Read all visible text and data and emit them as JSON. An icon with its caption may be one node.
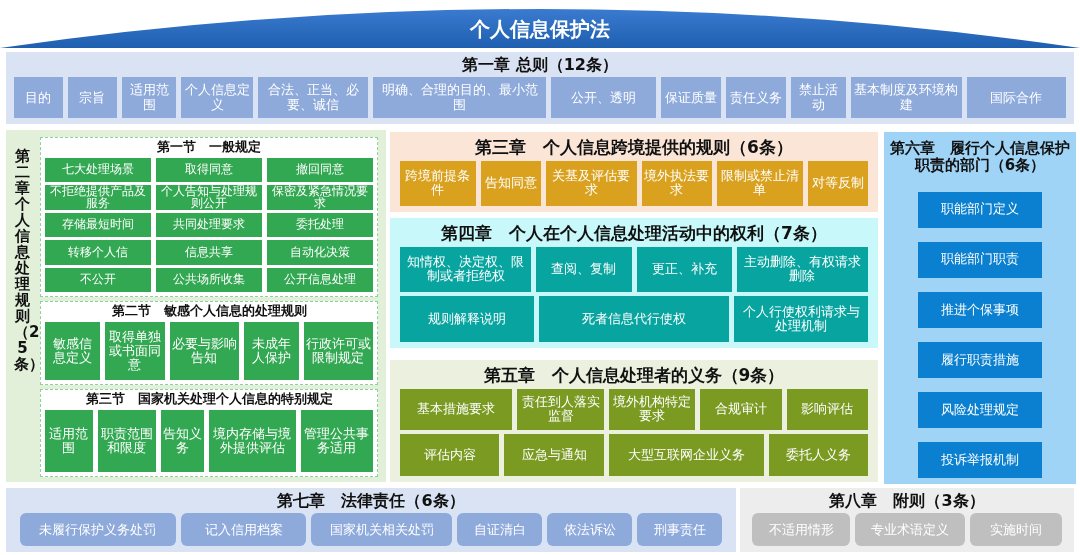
{
  "diagram": {
    "title": "个人信息保护法",
    "nodes": [
      {
        "text": [
          "第一章 总则（12条）"
        ]
      },
      {
        "text": [
          "目的"
        ],
        "in": 0
      },
      {
        "text": [
          "宗旨"
        ],
        "in": 0
      },
      {
        "text": [
          "适用范围"
        ],
        "in": 0
      },
      {
        "text": [
          "个人信息定义"
        ],
        "in": 0
      },
      {
        "text": [
          "合法、正当、必要、诚信"
        ],
        "in": 0
      },
      {
        "text": [
          "明确、合理的目的、最小范围"
        ],
        "in": 0
      },
      {
        "text": [
          "公开、透明"
        ],
        "in": 0
      },
      {
        "text": [
          "保证质量"
        ],
        "in": 0
      },
      {
        "text": [
          "责任义务"
        ],
        "in": 0
      },
      {
        "text": [
          "禁止活动"
        ],
        "in": 0
      },
      {
        "text": [
          "基本制度及环境构建"
        ],
        "in": 0
      },
      {
        "text": [
          "国际合作"
        ],
        "in": 0
      },
      {
        "text": [
          "第二章个人信息处理规则（25条）"
        ]
      },
      {
        "text": [
          "第一节　一般规定"
        ],
        "in": 13
      },
      {
        "text": [
          "七大处理场景"
        ],
        "in": 14
      },
      {
        "text": [
          "取得同意"
        ],
        "in": 14
      },
      {
        "text": [
          "撤回同意"
        ],
        "in": 14
      },
      {
        "text": [
          "不拒绝提供产品及服务"
        ],
        "in": 14
      },
      {
        "text": [
          "个人告知与处理规则公开"
        ],
        "in": 14
      },
      {
        "text": [
          "保密及紧急情况要求"
        ],
        "in": 14
      },
      {
        "text": [
          "存储最短时间"
        ],
        "in": 14
      },
      {
        "text": [
          "共同处理要求"
        ],
        "in": 14
      },
      {
        "text": [
          "委托处理"
        ],
        "in": 14
      },
      {
        "text": [
          "转移个人信"
        ],
        "in": 14
      },
      {
        "text": [
          "信息共享"
        ],
        "in": 14
      },
      {
        "text": [
          "自动化决策"
        ],
        "in": 14
      },
      {
        "text": [
          "不公开"
        ],
        "in": 14
      },
      {
        "text": [
          "公共场所收集"
        ],
        "in": 14
      },
      {
        "text": [
          "公开信息处理"
        ],
        "in": 14
      },
      {
        "text": [
          "第二节　敏感个人信息的处理规则"
        ],
        "in": 13
      },
      {
        "text": [
          "敏感信息定义"
        ],
        "in": 30
      },
      {
        "text": [
          "取得单独或书面同意"
        ],
        "in": 30
      },
      {
        "text": [
          "必要与影响告知"
        ],
        "in": 30
      },
      {
        "text": [
          "未成年人保护"
        ],
        "in": 30
      },
      {
        "text": [
          "行政许可或限制规定"
        ],
        "in": 30
      },
      {
        "text": [
          "第三节　国家机关处理个人信息的特别规定"
        ],
        "in": 13
      },
      {
        "text": [
          "适用范围"
        ],
        "in": 36
      },
      {
        "text": [
          "职责范围和限度"
        ],
        "in": 36
      },
      {
        "text": [
          "告知义务"
        ],
        "in": 36
      },
      {
        "text": [
          "境内存储与境外提供评估"
        ],
        "in": 36
      },
      {
        "text": [
          "管理公共事务适用"
        ],
        "in": 36
      },
      {
        "text": [
          "第三章　个人信息跨境提供的规则（6条）"
        ]
      },
      {
        "text": [
          "跨境前提条件"
        ],
        "in": 42
      },
      {
        "text": [
          "告知同意"
        ],
        "in": 42
      },
      {
        "text": [
          "关基及评估要求"
        ],
        "in": 42
      },
      {
        "text": [
          "境外执法要求"
        ],
        "in": 42
      },
      {
        "text": [
          "限制或禁止清单"
        ],
        "in": 42
      },
      {
        "text": [
          "对等反制"
        ],
        "in": 42
      },
      {
        "text": [
          "第四章　个人在个人信息处理活动中的权利（7条）"
        ]
      },
      {
        "text": [
          "知情权、决定权、限制或者拒绝权"
        ],
        "in": 49
      },
      {
        "text": [
          "查阅、复制"
        ],
        "in": 49
      },
      {
        "text": [
          "更正、补充"
        ],
        "in": 49
      },
      {
        "text": [
          "主动删除、有权请求删除"
        ],
        "in": 49
      },
      {
        "text": [
          "规则解释说明"
        ],
        "in": 49
      },
      {
        "text": [
          "死者信息代行使权"
        ],
        "in": 49
      },
      {
        "text": [
          "个人行使权利请求与处理机制"
        ],
        "in": 49
      },
      {
        "text": [
          "第五章　个人信息处理者的义务（9条）"
        ]
      },
      {
        "text": [
          "基本措施要求"
        ],
        "in": 57
      },
      {
        "text": [
          "责任到人落实监督"
        ],
        "in": 57
      },
      {
        "text": [
          "境外机构特定要求"
        ],
        "in": 57
      },
      {
        "text": [
          "合规审计"
        ],
        "in": 57
      },
      {
        "text": [
          "影响评估"
        ],
        "in": 57
      },
      {
        "text": [
          "评估内容"
        ],
        "in": 57
      },
      {
        "text": [
          "应急与通知"
        ],
        "in": 57
      },
      {
        "text": [
          "大型互联网企业义务"
        ],
        "in": 57
      },
      {
        "text": [
          "委托人义务"
        ],
        "in": 57
      },
      {
        "text": [
          "第六章　履行个人信息保护职责的部门（6条）"
        ]
      },
      {
        "text": [
          "职能部门定义"
        ],
        "in": 67
      },
      {
        "text": [
          "职能部门职责"
        ],
        "in": 67
      },
      {
        "text": [
          "推进个保事项"
        ],
        "in": 67
      },
      {
        "text": [
          "履行职责措施"
        ],
        "in": 67
      },
      {
        "text": [
          "风险处理规定"
        ],
        "in": 67
      },
      {
        "text": [
          "投诉举报机制"
        ],
        "in": 67
      },
      {
        "text": [
          "第七章　法律责任（6条）"
        ]
      },
      {
        "text": [
          "未履行保护义务处罚"
        ],
        "in": 74
      },
      {
        "text": [
          "记入信用档案"
        ],
        "in": 74
      },
      {
        "text": [
          "国家机关相关处罚"
        ],
        "in": 74
      },
      {
        "text": [
          "自证清白"
        ],
        "in": 74
      },
      {
        "text": [
          "依法诉讼"
        ],
        "in": 74
      },
      {
        "text": [
          "刑事责任"
        ],
        "in": 74
      },
      {
        "text": [
          "第八章　附则（3条）"
        ]
      },
      {
        "text": [
          "不适用情形"
        ],
        "in": 81
      },
      {
        "text": [
          "专业术语定义"
        ],
        "in": 81
      },
      {
        "text": [
          "实施时间"
        ],
        "in": 81
      }
    ]
  }
}
